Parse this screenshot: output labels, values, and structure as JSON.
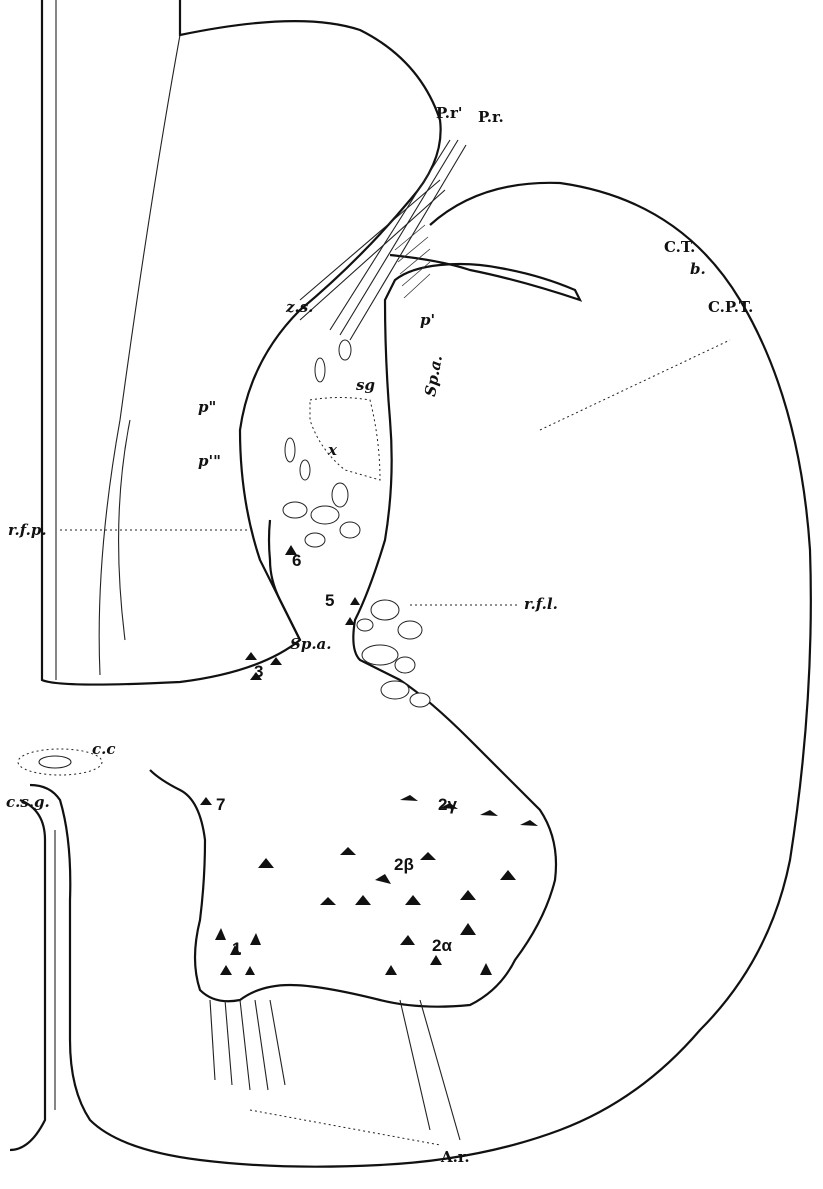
{
  "labels": {
    "pr_prime": "P.r'",
    "pr": "P.r.",
    "ct": "C.T.",
    "b": "b.",
    "cpt": "C.P.T.",
    "zs": "z.s.",
    "p_prime": "p'",
    "sg": "sg",
    "spa_upper": "Sp.a.",
    "p_double": "p\"",
    "p_triple": "p'\"",
    "x": "x",
    "rfp": "r.f.p.",
    "six": "6",
    "five": "5",
    "rfl": "r.f.l.",
    "three": "3",
    "spa_lower": "Sp.a.",
    "cc": "c.c",
    "csg": "c.s.g.",
    "seven": "7",
    "two_gamma": "2γ",
    "two_beta": "2β",
    "one": "1",
    "two_alpha": "2α",
    "ar": "A.r."
  }
}
